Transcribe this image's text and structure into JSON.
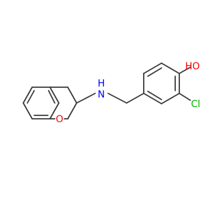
{
  "molecule": {
    "atoms": {
      "nitrogen": {
        "label": "H",
        "sublabel": "N",
        "color": "#0000ff"
      },
      "oxygen_ring": {
        "label": "O",
        "color": "#ff0000"
      },
      "hydroxyl": {
        "label": "HO",
        "color": "#ff0000"
      },
      "chlorine": {
        "label": "Cl",
        "color": "#00bb00"
      }
    },
    "bond_color": "#3a3a3a"
  }
}
